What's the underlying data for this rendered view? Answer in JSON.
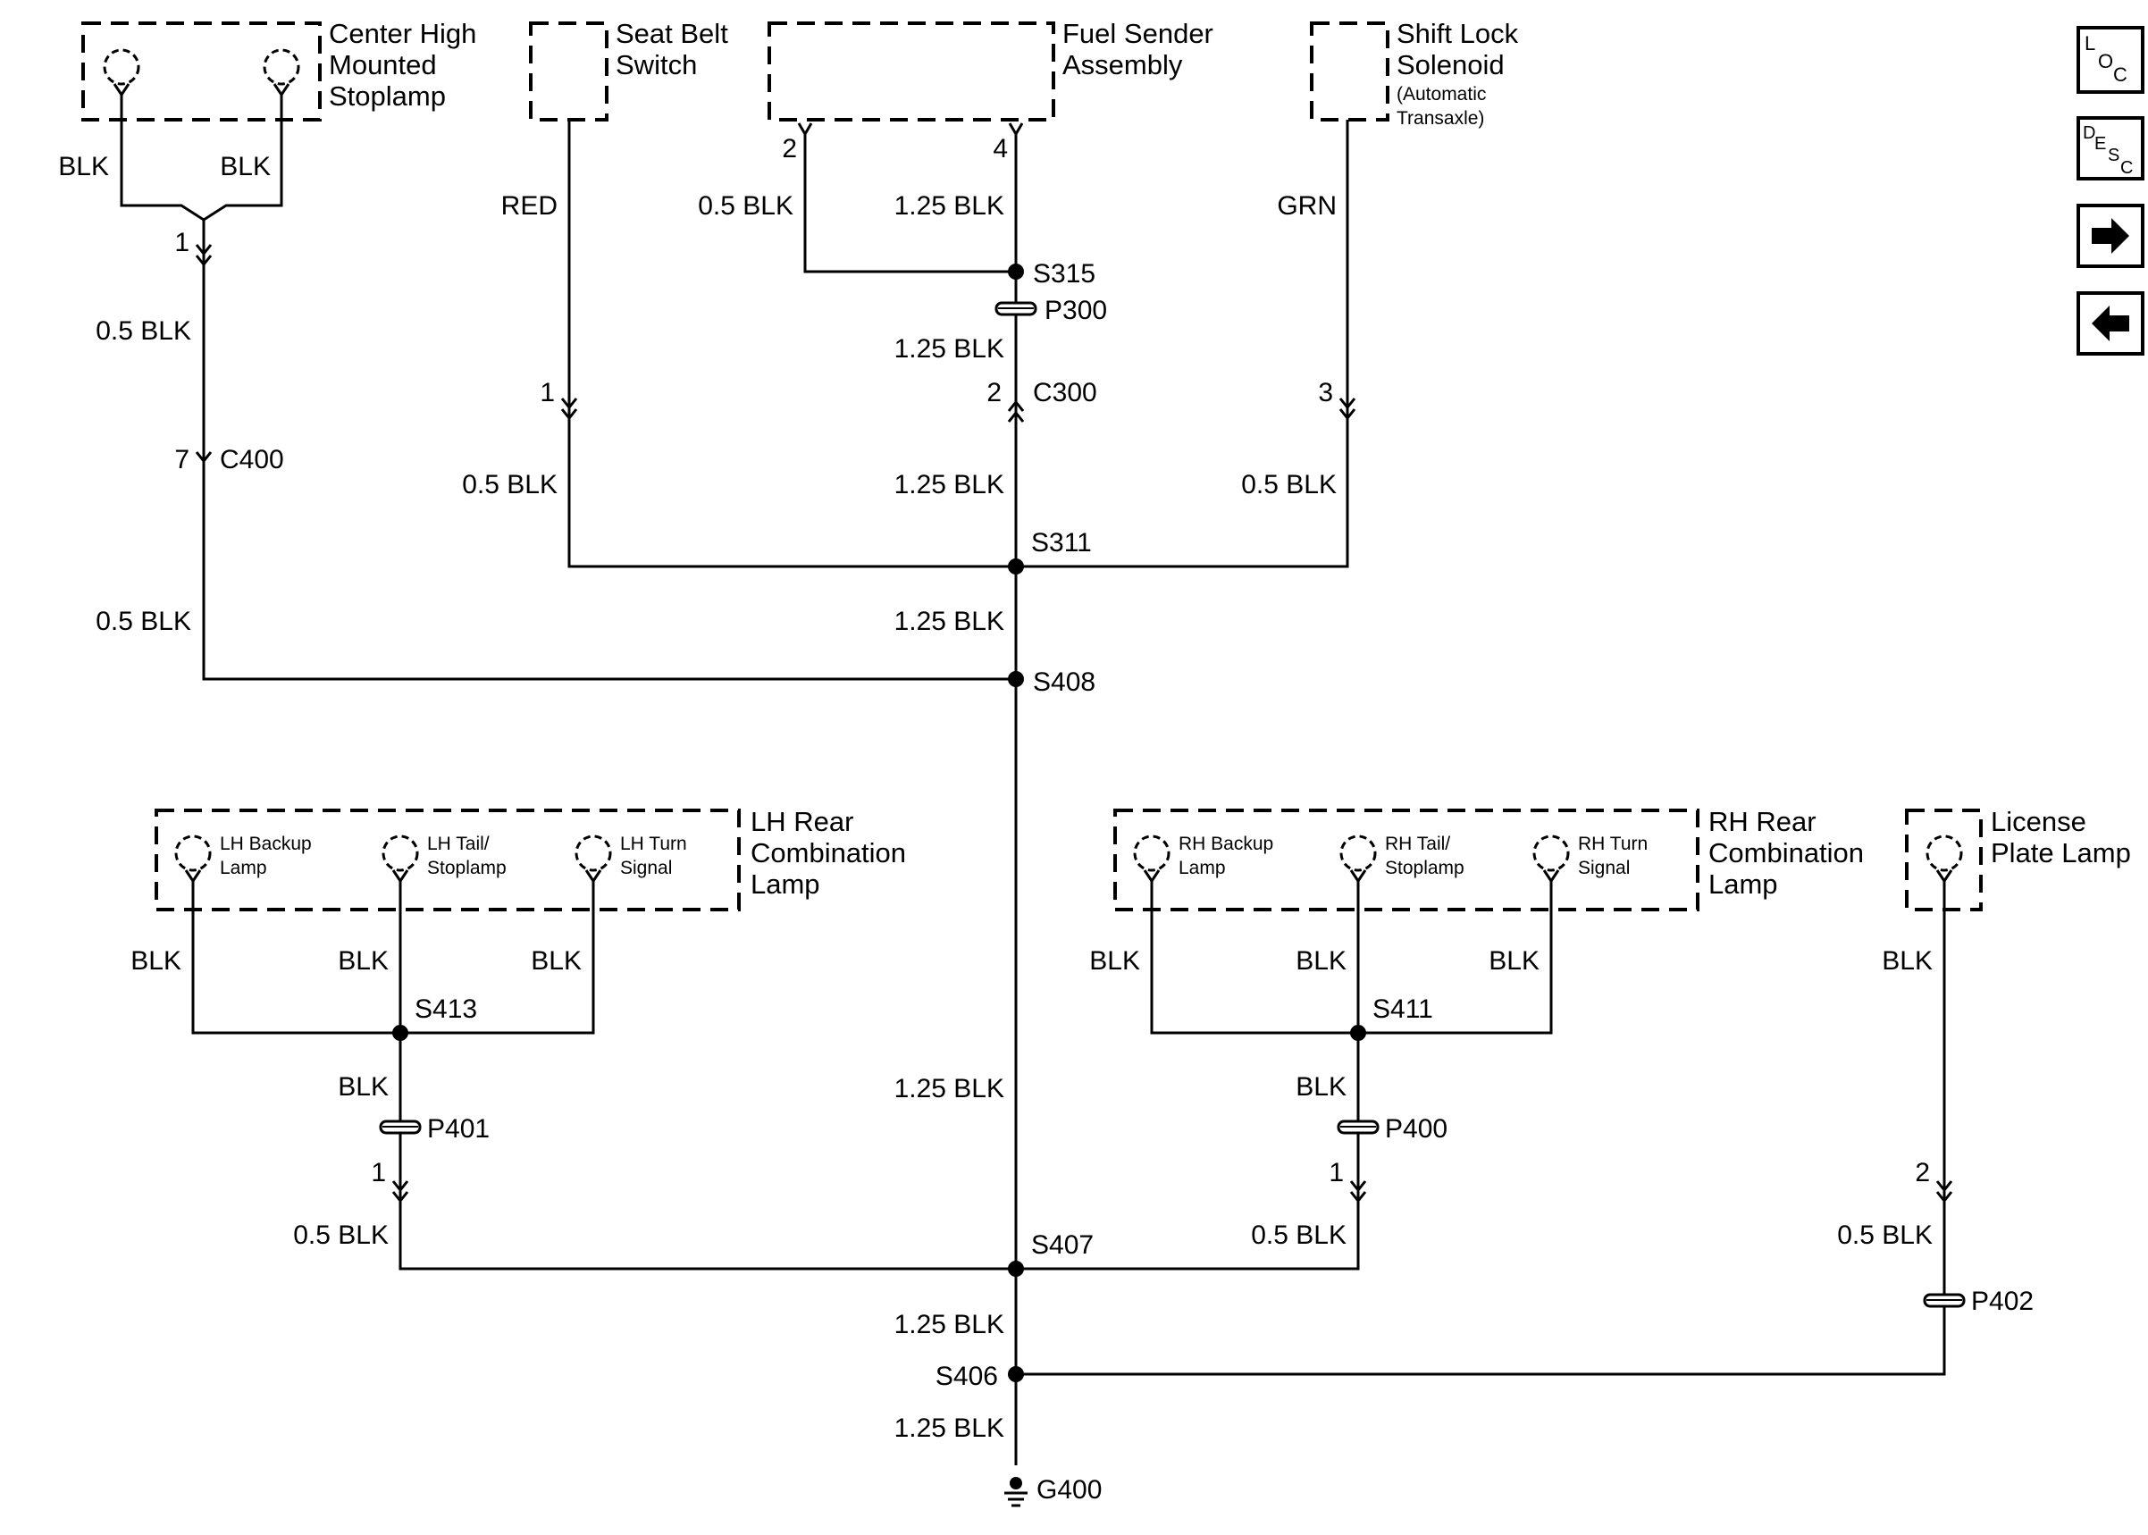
{
  "components": {
    "chmsl": [
      "Center High",
      "Mounted",
      "Stoplamp"
    ],
    "seat_belt": [
      "Seat Belt",
      "Switch"
    ],
    "fuel_sender": [
      "Fuel Sender",
      "Assembly"
    ],
    "shift_lock": [
      "Shift Lock",
      "Solenoid"
    ],
    "shift_lock_note": [
      "(Automatic",
      "Transaxle)"
    ],
    "lh_rear": [
      "LH Rear",
      "Combination",
      "Lamp"
    ],
    "rh_rear": [
      "RH Rear",
      "Combination",
      "Lamp"
    ],
    "license": [
      "License",
      "Plate Lamp"
    ],
    "lh_backup": [
      "LH Backup",
      "Lamp"
    ],
    "lh_tail": [
      "LH Tail/",
      "Stoplamp"
    ],
    "lh_turn": [
      "LH Turn",
      "Signal"
    ],
    "rh_backup": [
      "RH Backup",
      "Lamp"
    ],
    "rh_tail": [
      "RH Tail/",
      "Stoplamp"
    ],
    "rh_turn": [
      "RH Turn",
      "Signal"
    ]
  },
  "wires": {
    "chmsl_left": "BLK",
    "chmsl_right": "BLK",
    "chmsl_out": "0.5 BLK",
    "c400_below": "0.5 BLK",
    "seat_belt": "RED",
    "seat_belt_below": "0.5 BLK",
    "fuel_pin2": "0.5 BLK",
    "fuel_pin4": "1.25 BLK",
    "p300_below": "1.25 BLK",
    "c300_below": "1.25 BLK",
    "shift_lock": "GRN",
    "shift_lock_below": "0.5 BLK",
    "s311_below": "1.25 BLK",
    "main_mid": "1.25 BLK",
    "lh_backup": "BLK",
    "lh_tail": "BLK",
    "lh_turn": "BLK",
    "lh_below_s413": "BLK",
    "lh_below_c": "0.5 BLK",
    "rh_backup": "BLK",
    "rh_tail": "BLK",
    "rh_turn": "BLK",
    "rh_below_s411": "BLK",
    "rh_below_c": "0.5 BLK",
    "license": "BLK",
    "license_below": "0.5 BLK",
    "s407_below": "1.25 BLK",
    "s406_below": "1.25 BLK"
  },
  "pins": {
    "chmsl": "1",
    "c400": "7",
    "seat_belt": "1",
    "fuel_2": "2",
    "fuel_4": "4",
    "c300": "2",
    "shift_lock": "3",
    "lh": "1",
    "rh": "1",
    "license": "2"
  },
  "refs": {
    "c400": "C400",
    "c300": "C300",
    "s315": "S315",
    "p300": "P300",
    "s311": "S311",
    "s408": "S408",
    "s413": "S413",
    "p401": "P401",
    "s411": "S411",
    "p400": "P400",
    "s407": "S407",
    "p402": "P402",
    "s406": "S406",
    "g400": "G400"
  },
  "nav": {
    "loc": [
      "L",
      "O",
      "C"
    ],
    "desc": [
      "D",
      "E",
      "S",
      "C"
    ],
    "forward_icon": "right-arrow-icon",
    "back_icon": "left-arrow-icon"
  }
}
